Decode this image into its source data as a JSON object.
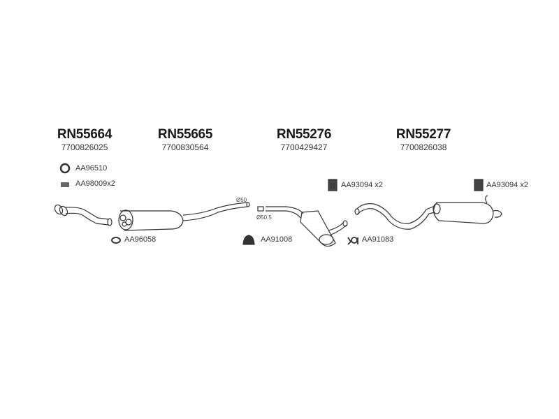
{
  "parts": [
    {
      "code": "RN55664",
      "oem": "7700826025"
    },
    {
      "code": "RN55665",
      "oem": "7700830564"
    },
    {
      "code": "RN55276",
      "oem": "7700429427"
    },
    {
      "code": "RN55277",
      "oem": "7700826038"
    }
  ],
  "accessories": {
    "ring": "AA96510",
    "spring": "AA98009x2",
    "gasket": "AA96058",
    "clamp1": "AA91008",
    "clamp2": "AA91083",
    "hanger1": "AA93094 x2",
    "hanger2": "AA93094 x2"
  },
  "dimensions": {
    "d1": "Ø50",
    "d2": "Ø50.5"
  }
}
